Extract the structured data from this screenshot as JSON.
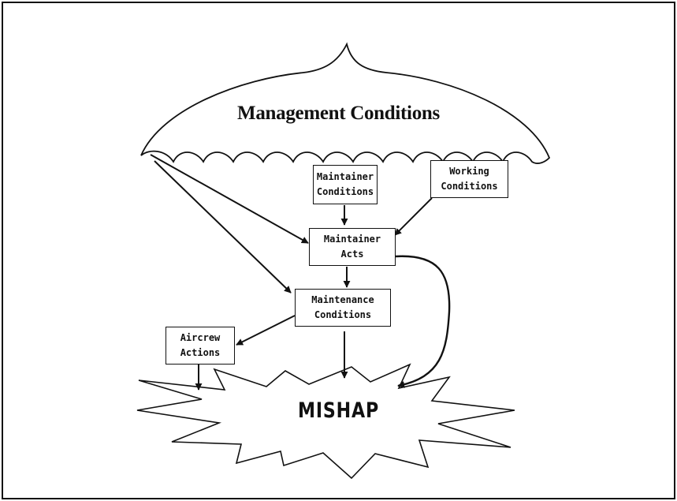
{
  "diagram": {
    "umbrella_label": "Management Conditions",
    "mishap_label": "MISHAP",
    "boxes": {
      "maintainer_conditions": [
        "Maintainer",
        "Conditions"
      ],
      "working_conditions": [
        "Working",
        "Conditions"
      ],
      "maintainer_acts": [
        "Maintainer",
        "Acts"
      ],
      "maintenance_conditions": [
        "Maintenance",
        "Conditions"
      ],
      "aircrew_actions": [
        "Aircrew",
        "Actions"
      ]
    },
    "colors": {
      "ink": "#111111",
      "background": "#ffffff"
    }
  }
}
